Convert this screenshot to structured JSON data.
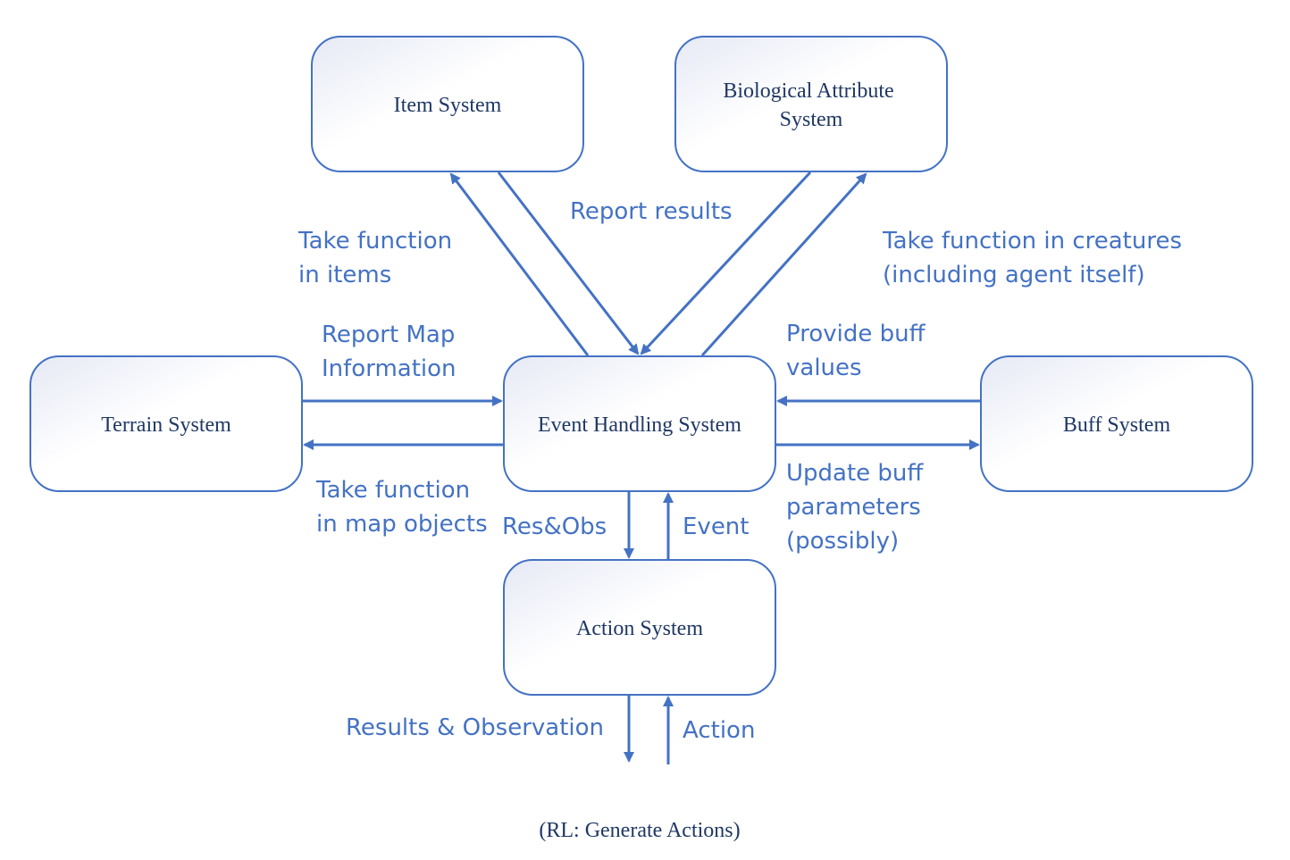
{
  "nodes": {
    "item": {
      "label": [
        "Item System"
      ]
    },
    "bio": {
      "label": [
        "Biological Attribute",
        "System"
      ]
    },
    "terrain": {
      "label": [
        "Terrain System"
      ]
    },
    "event": {
      "label": [
        "Event Handling System"
      ]
    },
    "buff": {
      "label": [
        "Buff System"
      ]
    },
    "action": {
      "label": [
        "Action System"
      ]
    }
  },
  "edges": {
    "event_to_item": {
      "label": [
        "Take function",
        "in items"
      ]
    },
    "item_to_event": {
      "label": [
        "Report results"
      ]
    },
    "bio_to_event": {
      "label": [
        "Report results"
      ]
    },
    "event_to_bio": {
      "label": [
        "Take function in creatures",
        "(including agent itself)"
      ]
    },
    "terrain_to_event": {
      "label": [
        "Report Map",
        "Information"
      ]
    },
    "event_to_terrain": {
      "label": [
        "Take function",
        "in map objects"
      ]
    },
    "buff_to_event": {
      "label": [
        "Provide buff",
        "values"
      ]
    },
    "event_to_buff": {
      "label": [
        "Update buff",
        "parameters",
        "(possibly)"
      ]
    },
    "event_to_action": {
      "label": [
        "Res&Obs"
      ]
    },
    "action_to_event": {
      "label": [
        "Event"
      ]
    },
    "action_to_outside": {
      "label": [
        "Results & Observation"
      ]
    },
    "outside_to_action": {
      "label": [
        "Action"
      ]
    }
  },
  "caption": "(RL: Generate Actions)",
  "colors": {
    "stroke": "#4472c4",
    "node_text": "#1f3864",
    "edge_text": "#4472c4",
    "box_fill_light": "#ffffff",
    "box_fill_tint": "#e6e9f5"
  }
}
